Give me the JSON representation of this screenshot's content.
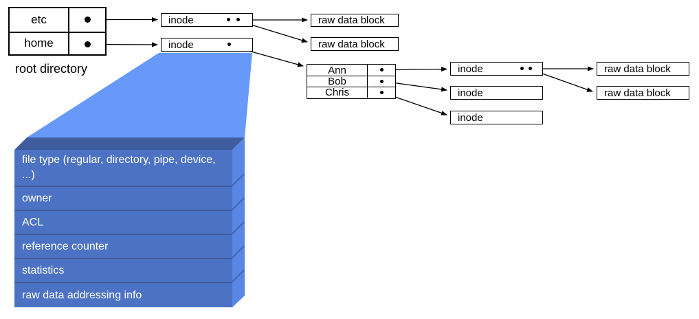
{
  "diagram": {
    "root_directory": {
      "label": "root directory",
      "entries": [
        "etc",
        "home"
      ]
    },
    "home_directory": {
      "entries": [
        "Ann",
        "Bob",
        "Chris"
      ]
    },
    "inode_label": "inode",
    "raw_data_block_label": "raw data block",
    "inode_detail": {
      "fields": [
        "file type (regular, directory, pipe, device, ...)",
        "owner",
        "ACL",
        "reference counter",
        "statistics",
        "raw data addressing info"
      ]
    },
    "colors": {
      "funnel": "#6699FA",
      "detail_front": "#4C72C4",
      "detail_top": "#3E5C9E",
      "detail_side": "#5A86E6",
      "detail_separator": "#3D5A9A"
    }
  }
}
